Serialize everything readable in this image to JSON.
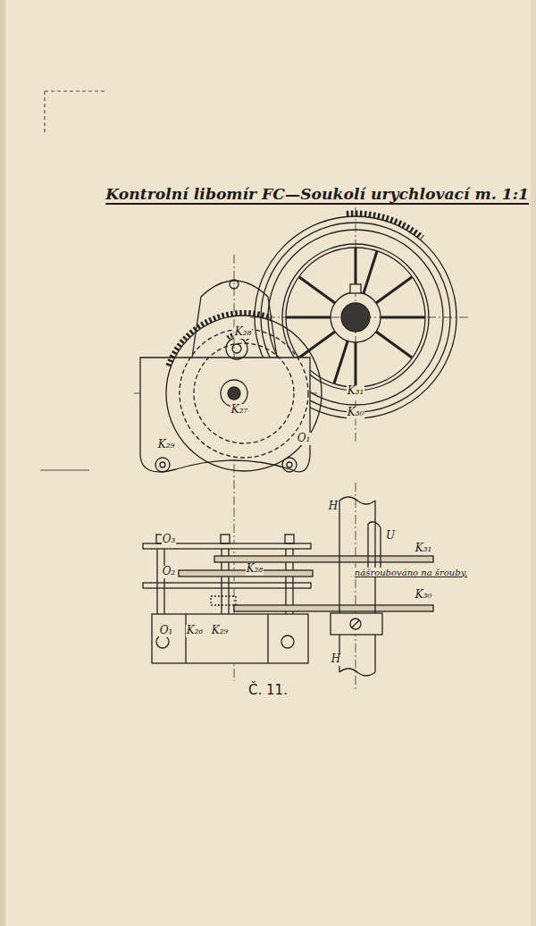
{
  "diagram": {
    "title": "Kontrolní libomír FC—Soukolí urychlovací m. 1:1",
    "caption": "Č. 11.",
    "labels": [
      "K₂₈",
      "K₂₇",
      "K₂₉",
      "O₁",
      "K₃₁",
      "K₃₀",
      "O₃",
      "O₂",
      "K₂₈",
      "H",
      "U",
      "K₃₁",
      "nášroubováno na šrouby.",
      "O₁",
      "K₂₆",
      "K₂₉",
      "K₃₀",
      "H"
    ]
  }
}
